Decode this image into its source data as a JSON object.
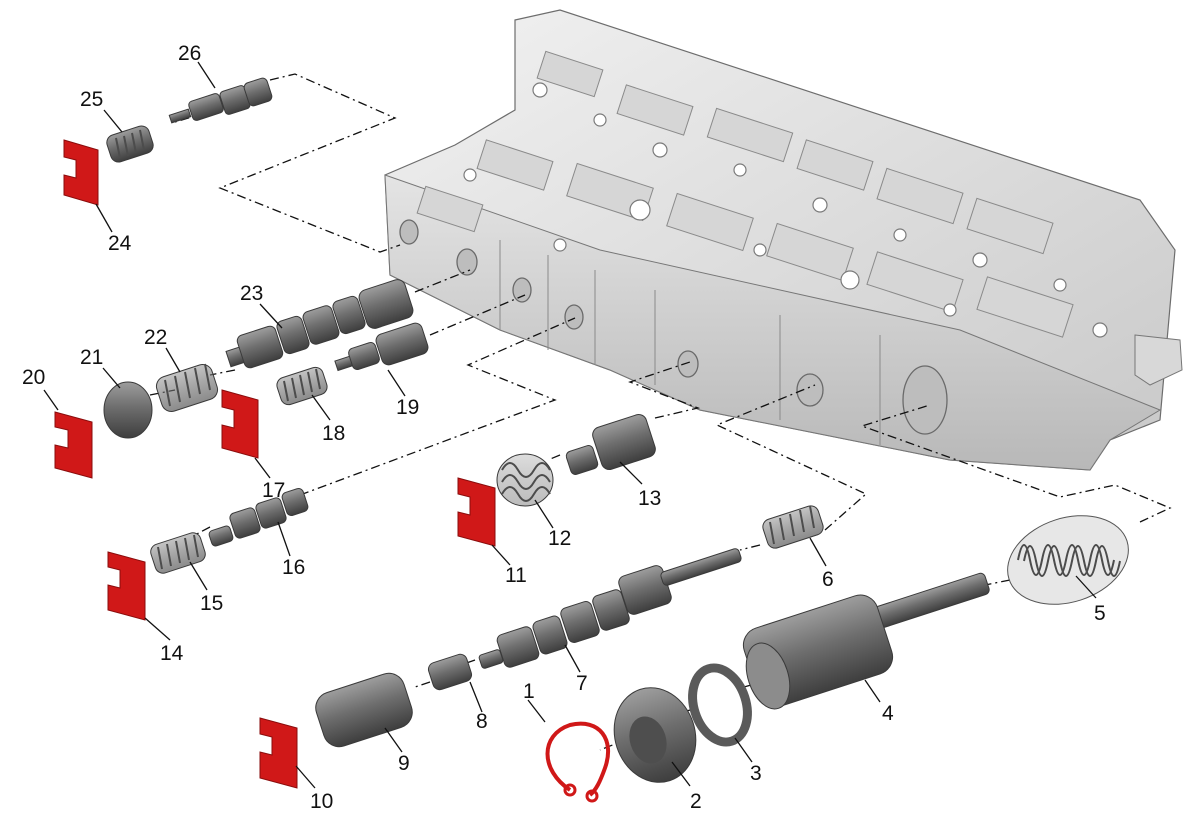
{
  "diagram": {
    "parts": [
      {
        "label": "1",
        "name": "snap-ring",
        "color": "#d01818"
      },
      {
        "label": "2",
        "name": "piston-cap"
      },
      {
        "label": "3",
        "name": "seal-ring"
      },
      {
        "label": "4",
        "name": "accumulator-piston"
      },
      {
        "label": "5",
        "name": "large-spring"
      },
      {
        "label": "6",
        "name": "small-spring"
      },
      {
        "label": "7",
        "name": "long-valve"
      },
      {
        "label": "8",
        "name": "plunger"
      },
      {
        "label": "9",
        "name": "sleeve"
      },
      {
        "label": "10",
        "name": "retainer-clip",
        "color": "#d01818"
      },
      {
        "label": "11",
        "name": "retainer-clip",
        "color": "#d01818"
      },
      {
        "label": "12",
        "name": "spring"
      },
      {
        "label": "13",
        "name": "valve"
      },
      {
        "label": "14",
        "name": "retainer-clip",
        "color": "#d01818"
      },
      {
        "label": "15",
        "name": "spring"
      },
      {
        "label": "16",
        "name": "valve"
      },
      {
        "label": "17",
        "name": "retainer-clip",
        "color": "#d01818"
      },
      {
        "label": "18",
        "name": "spring"
      },
      {
        "label": "19",
        "name": "valve"
      },
      {
        "label": "20",
        "name": "retainer-clip",
        "color": "#d01818"
      },
      {
        "label": "21",
        "name": "plug"
      },
      {
        "label": "22",
        "name": "spring"
      },
      {
        "label": "23",
        "name": "valve"
      },
      {
        "label": "24",
        "name": "retainer-clip",
        "color": "#d01818"
      },
      {
        "label": "25",
        "name": "spring"
      },
      {
        "label": "26",
        "name": "valve"
      }
    ],
    "colors": {
      "clip": "#d01818",
      "body": "#e2e2e2",
      "metal": "#8a8a8a"
    }
  }
}
